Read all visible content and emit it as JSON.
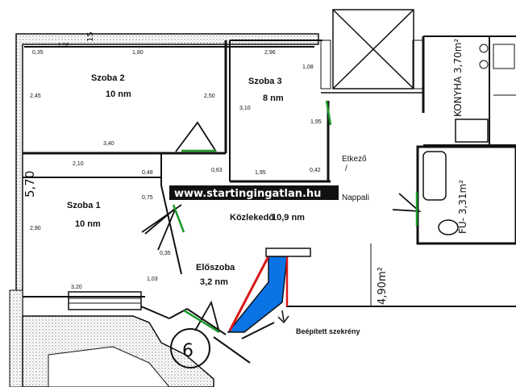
{
  "watermark": "www.startingingatlan.hu",
  "rooms": {
    "szoba2_name": "Szoba 2",
    "szoba2_area": "10 nm",
    "szoba3_name": "Szoba 3",
    "szoba3_area": "8 nm",
    "szoba1_name": "Szoba 1",
    "szoba1_area": "10 nm",
    "kozlekedo_name": "Közlekedő",
    "kozlekedo_area": "10,9 nm",
    "eloszoba_name": "Előszoba",
    "eloszoba_area": "3,2 nm",
    "etkezo": "Etkező",
    "nappali": "Nappali",
    "beepitett": "Beépített szekrény"
  },
  "dims": {
    "d035": "0,35",
    "d152": "1,52",
    "d180": "1,80",
    "d296": "2,96",
    "d108": "1,08",
    "d245": "2,45",
    "d250": "2,50",
    "d310": "3,10",
    "d195a": "1,95",
    "d340": "3,40",
    "d210": "2,10",
    "d048": "0,48",
    "d063": "0,63",
    "d195b": "1,95",
    "d042": "0,42",
    "d075": "0,75",
    "d290": "2,90",
    "d035b": "0,35",
    "d103": "1,03",
    "d320": "3,20"
  },
  "handwritten": {
    "h570": "5,70",
    "konyha": "KONYHA 3,70m²",
    "furdo": "FÜ- 3,31m²",
    "h490": "4,90m²",
    "h6": "6",
    "h15": "15"
  },
  "colors": {
    "blue": "#0a73e6",
    "red": "#d81818",
    "green": "#1a9a2a"
  }
}
